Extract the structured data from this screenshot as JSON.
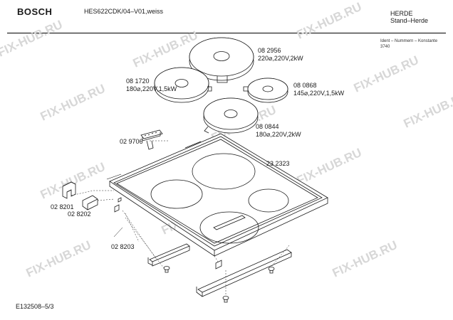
{
  "header": {
    "brand": "BOSCH",
    "model": "HES622CDK/04–V01,weiss",
    "category": "HERDE",
    "subcategory": "Stand–Herde",
    "ident_label": "Ident – Nummern – Konstante",
    "ident_value": "3740"
  },
  "watermark": "FIX-HUB.RU",
  "parts": [
    {
      "number": "08 2956",
      "spec": "220⌀,220V,2kW"
    },
    {
      "number": "08 1720",
      "spec": "180⌀,220V,1,5kW"
    },
    {
      "number": "08 0868",
      "spec": "145⌀,220V,1,5kW"
    },
    {
      "number": "08 0844",
      "spec": "180⌀,220V,2kW"
    },
    {
      "number": "02 9706",
      "spec": ""
    },
    {
      "number": "23 2323",
      "spec": ""
    },
    {
      "number": "02 8201",
      "spec": ""
    },
    {
      "number": "02 8202",
      "spec": ""
    },
    {
      "number": "02 8203",
      "spec": ""
    }
  ],
  "footer": {
    "doc_number": "E132508–5/3"
  },
  "colors": {
    "line": "#1a1a1a",
    "watermark": "#d7d7d7",
    "hatch": "#444444"
  }
}
